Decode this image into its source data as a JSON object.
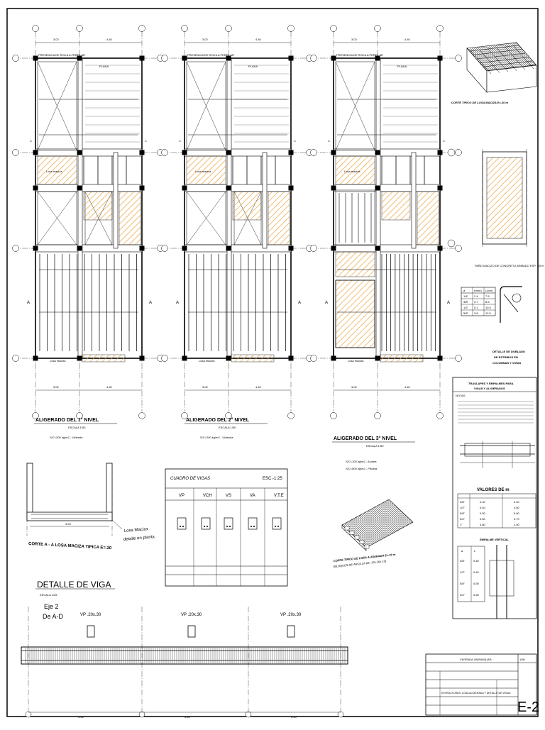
{
  "plans": [
    {
      "title": "ALIGERADO DEL 1° NIVEL",
      "sub1": "ESCALA 1/50",
      "sub2": "S/C=200 kg/m2 - Vivienda"
    },
    {
      "title": "ALIGERADO DEL 2° NIVEL",
      "sub1": "ESCALA 1/50",
      "sub2": "S/C=200 kg/m2 - Vivienda"
    },
    {
      "title": "ALIGERADO DEL 3° NIVEL",
      "sub1": "ESCALA 1/50",
      "sub2": "S/C=100 kg/m2 - Azotea",
      "sub3": "S/C=500 kg/m2 - Piscina"
    }
  ],
  "plan_labels": {
    "rock": "PRESENCIA DE ROCA A PERFILAR",
    "plana": "PLANA",
    "losa_maciza": "Losa maciza",
    "aa": "A",
    "c": "C",
    "dim1": "3.02",
    "dim2": "4.40"
  },
  "sec_aa": {
    "caption": "CORTE A - A LOSA MACIZA TIPICA E=.20",
    "note1": "Losa Maciza",
    "note2": "detalle en planta",
    "dim": "3.20"
  },
  "cuadro": {
    "title": "CUADRO DE VIGAS",
    "scale": "ESC.-1:25",
    "headers": [
      "VP",
      "VCH",
      "VS",
      "VA",
      "V.T.E"
    ]
  },
  "detalle": {
    "title": "DETALLE DE VIGA",
    "scale": "ESCALA 1/25",
    "eje": "Eje 2",
    "de": "De A-D"
  },
  "vigas": [
    "VP .20x.30",
    "VP .20x.30",
    "VP .20x.30"
  ],
  "beam_dims": [
    "4.45",
    "3.40",
    "2.40"
  ],
  "corte_maciza": "CORTE TIPICO DE LOSA MACIZA E=.20 m",
  "corte_aligerada": "CORTE TIPICO DE LOSA ALIGERADA E=.20 m",
  "corte_aligerada_sub": "(BLOQUES DE ARCILLA DE .30x.30x.15)",
  "pano_label": "PAÑO MACIZO DE CONCRETO ARMADO ESP. .20 m",
  "dobla": {
    "line1": "DETALLE DE DOBLADO",
    "line2": "DE ESTRIBOS EN",
    "line3": "COLUMNAS Y VIGAS"
  },
  "bar_table": {
    "headers": [
      "ø",
      "r(mm)",
      "L(cm)"
    ],
    "rows": [
      [
        "1/4\"",
        "2.4",
        "7.5"
      ],
      [
        "3/8\"",
        "3.7",
        "8.5"
      ],
      [
        "1/2\"",
        "5.1",
        "10.5"
      ],
      [
        "5/8\"",
        "3.8",
        "12.5"
      ]
    ]
  },
  "traslapes": {
    "title1": "TRASLAPES Y EMPALMES PARA",
    "title2": "VIGAS Y ALIGERADOS",
    "notas": "NOTAS",
    "valores": "VALORES DE m",
    "empalme": "EMPALME VERTICAL",
    "m_rows": [
      [
        "3/8\"",
        "0.40",
        "0.40"
      ],
      [
        "1/2\"",
        "0.40",
        "0.50"
      ],
      [
        "5/8\"",
        "0.50",
        "0.60"
      ],
      [
        "3/4\"",
        "0.60",
        "0.70"
      ],
      [
        "1\"",
        "0.80",
        "1.00"
      ]
    ],
    "v_rows": [
      [
        "3/8\"",
        "0.40"
      ],
      [
        "1/2\"",
        "0.40"
      ],
      [
        "5/8\"",
        "0.50"
      ],
      [
        "3/4\"",
        "0.60"
      ]
    ],
    "v_header": [
      "ø",
      "L"
    ]
  },
  "title_block": {
    "project": "VIVIENDA UNIFAMILIAR",
    "plano": "ESTRUCTURAS: LOSA ALIGERADA Y DETALLE DE VIGAS",
    "sheet": "E-2",
    "escala": "1/50"
  }
}
